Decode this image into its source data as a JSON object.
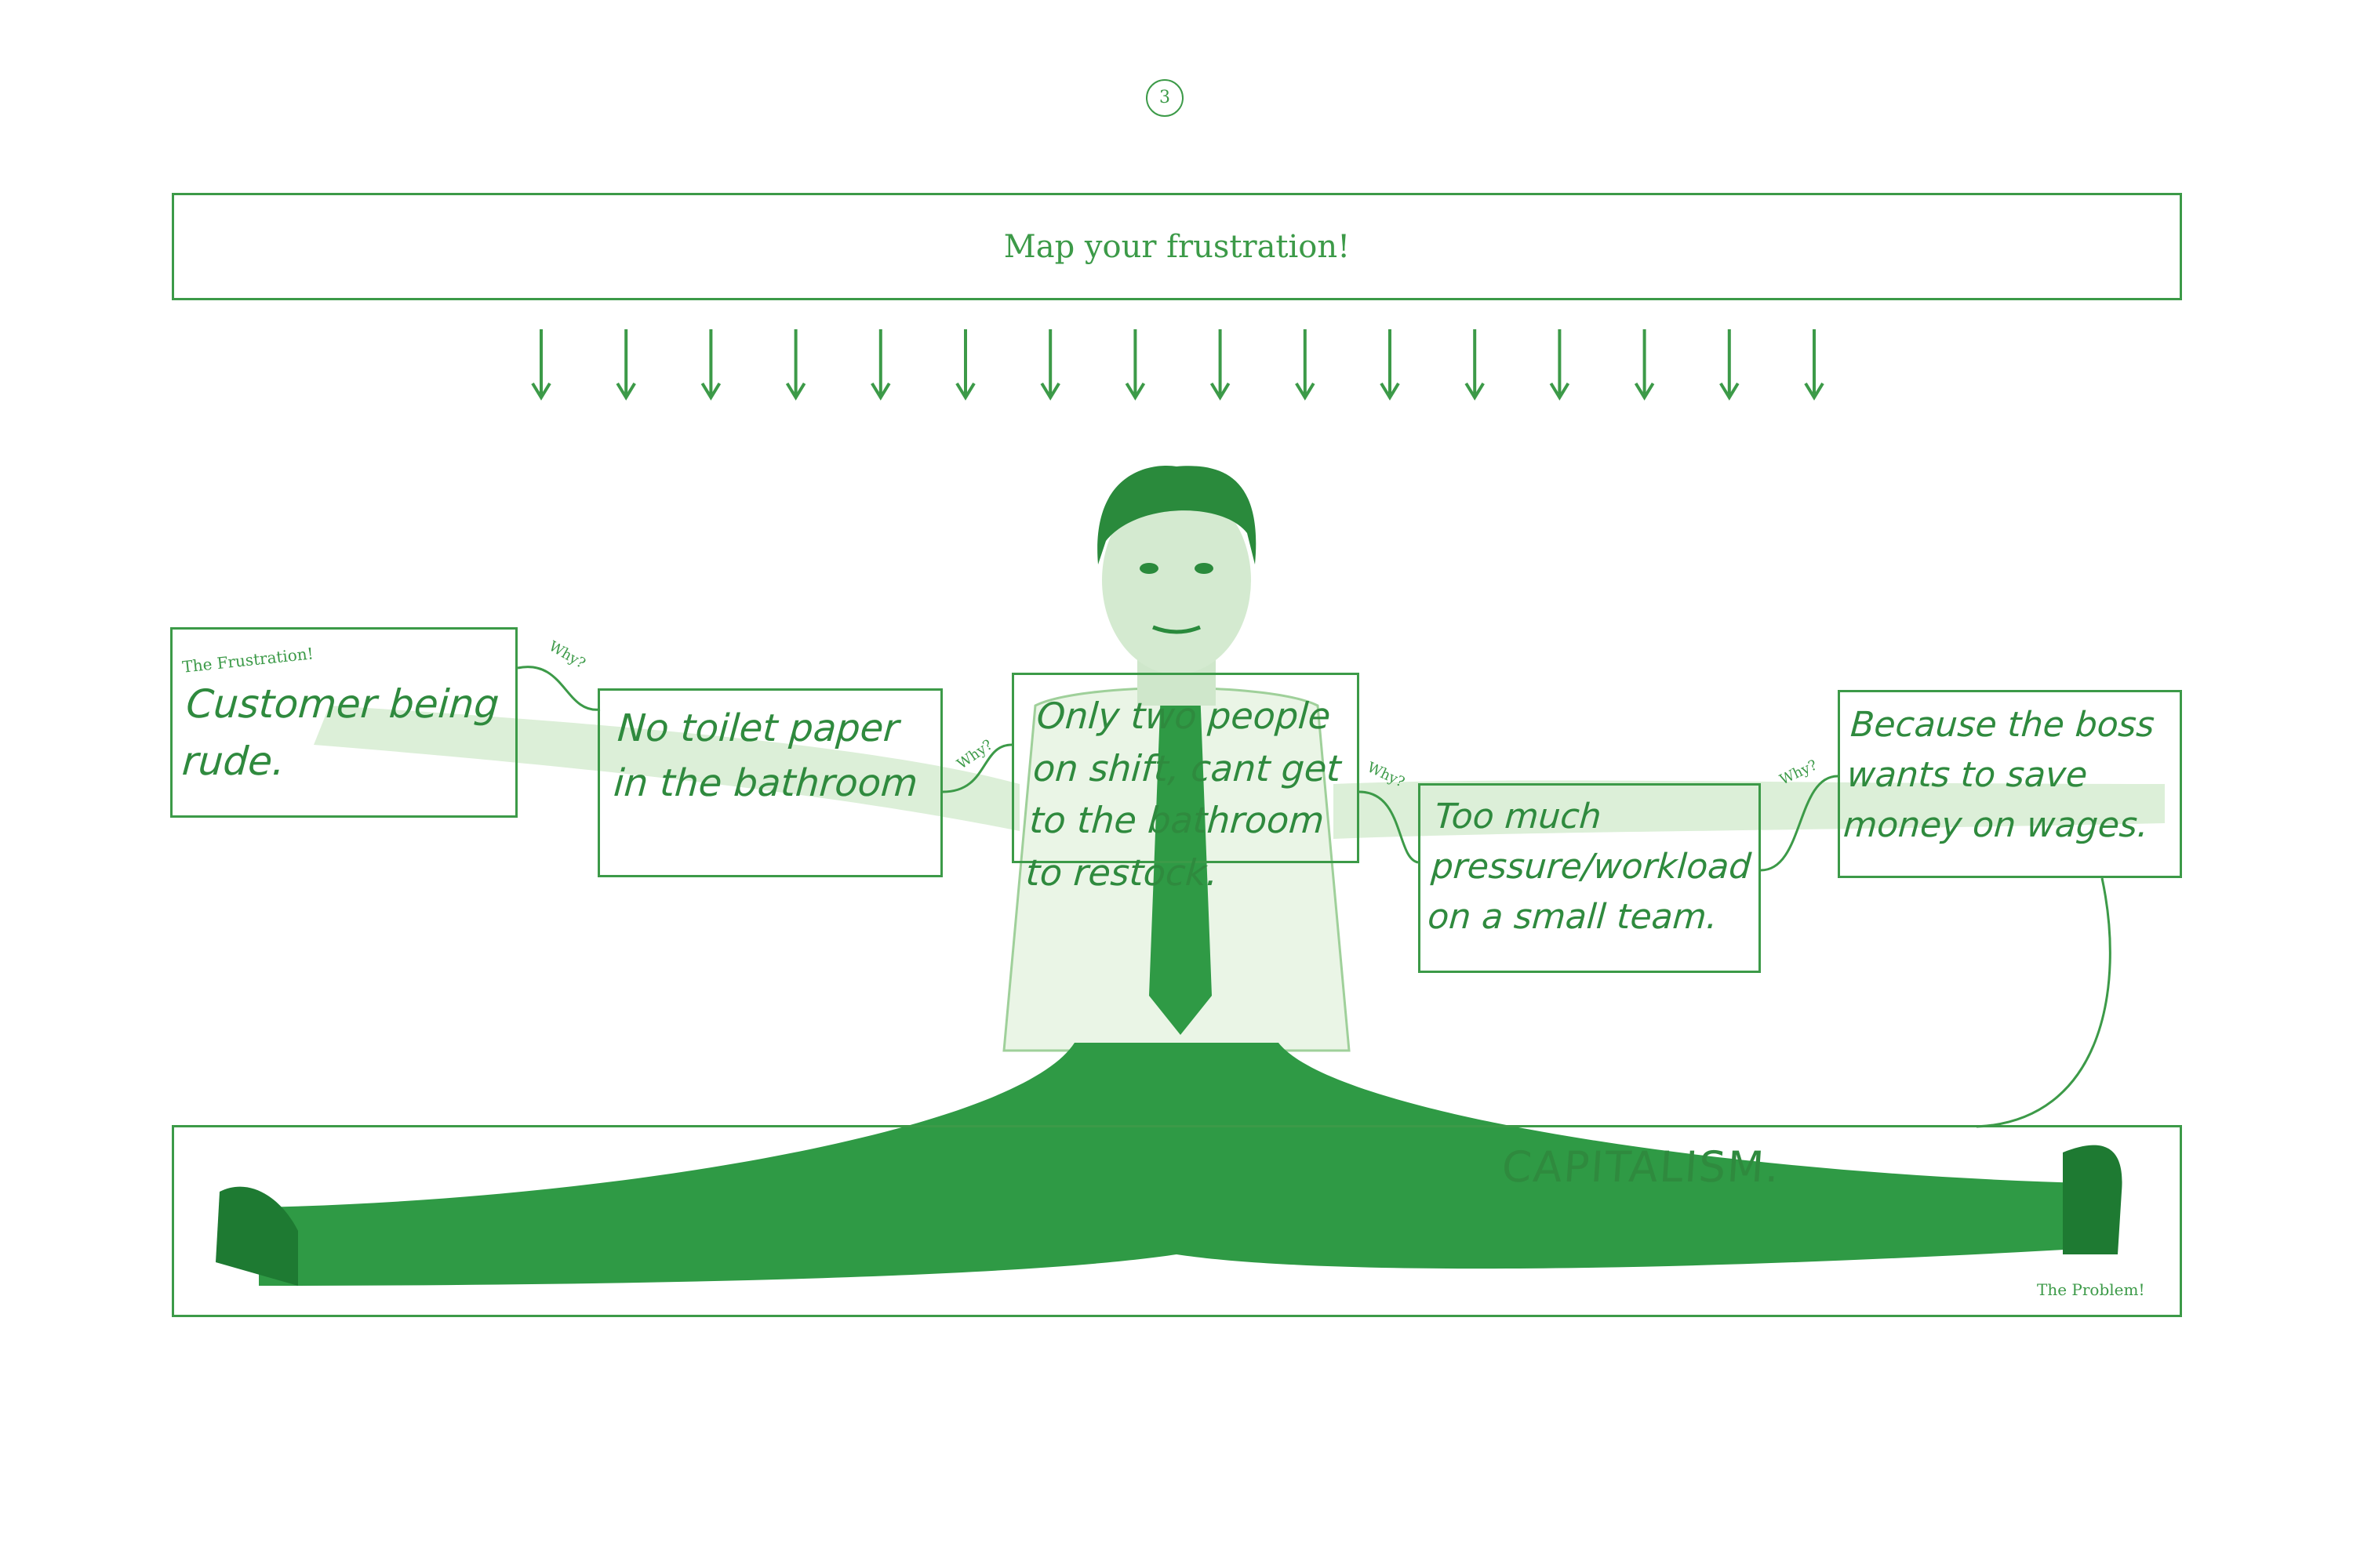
{
  "page_number": "3",
  "title": "Map your frustration!",
  "arrow_count": 16,
  "frustration_label": "The Frustration!",
  "problem_label": "The Problem!",
  "why_label": "Why?",
  "steps": [
    {
      "id": "frustration",
      "text": "Customer being rude."
    },
    {
      "id": "step1",
      "text": "No toilet paper in the bathroom"
    },
    {
      "id": "step2",
      "text": "Only two people on shift, cant get to the bathroom to restock."
    },
    {
      "id": "step3",
      "text": "Too much pressure/workload on a small team."
    },
    {
      "id": "step4",
      "text": "Because the boss wants to save money on wages."
    }
  ],
  "problem_text": "CAPITALISM.",
  "colors": {
    "ink": "#3c9a48",
    "figure": "#2f9a45",
    "figure_light": "#dcefd8",
    "paper": "#ffffff"
  }
}
